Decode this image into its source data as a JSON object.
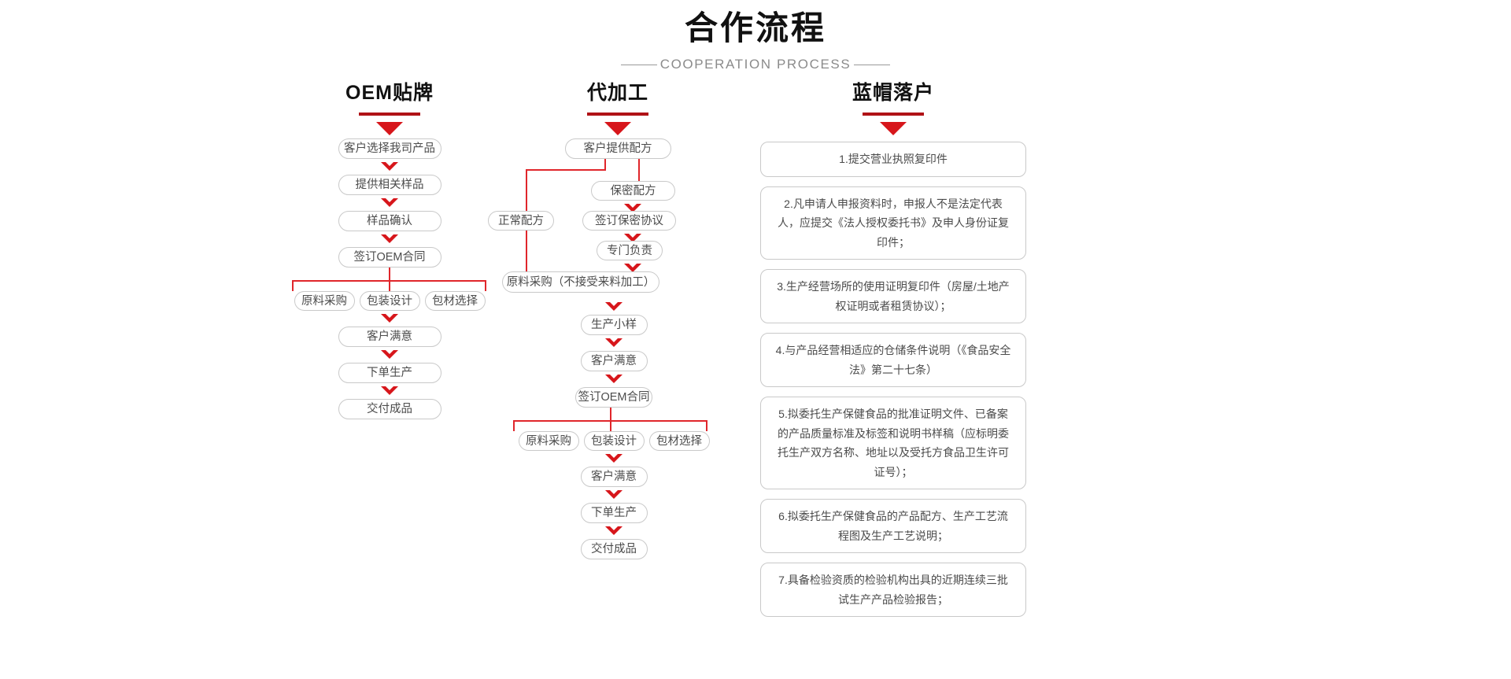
{
  "header": {
    "title": "合作流程",
    "subtitle": "COOPERATION PROCESS"
  },
  "columns": [
    {
      "key": "oem",
      "title": "OEM贴牌",
      "nodes": {
        "n1": "客户选择我司产品",
        "n2": "提供相关样品",
        "n3": "样品确认",
        "n4": "签订OEM合同",
        "b1": "原料采购",
        "b2": "包装设计",
        "b3": "包材选择",
        "n5": "客户满意",
        "n6": "下单生产",
        "n7": "交付成品"
      }
    },
    {
      "key": "oda",
      "title": "代加工",
      "nodes": {
        "n1": "客户提供配方",
        "secret1": "保密配方",
        "secret2": "签订保密协议",
        "secret3": "专门负责",
        "normal": "正常配方",
        "n2": "原料采购（不接受来料加工）",
        "n3": "生产小样",
        "n4": "客户满意",
        "n5": "签订OEM合同",
        "b1": "原料采购",
        "b2": "包装设计",
        "b3": "包材选择",
        "n6": "客户满意",
        "n7": "下单生产",
        "n8": "交付成品"
      }
    },
    {
      "key": "bluehat",
      "title": "蓝帽落户",
      "items": [
        "1.提交营业执照复印件",
        "2.凡申请人申报资料时，申报人不是法定代表人，应提交《法人授权委托书》及申人身份证复印件；",
        "3.生产经营场所的使用证明复印件（房屋/土地产权证明或者租赁协议）；",
        "4.与产品经营相适应的仓储条件说明（《食品安全法》第二十七条）",
        "5.拟委托生产保健食品的批准证明文件、已备案的产品质量标准及标签和说明书样稿（应标明委托生产双方名称、地址以及受托方食品卫生许可证号）；",
        "6.拟委托生产保健食品的产品配方、生产工艺流程图及生产工艺说明；",
        "7.具备检验资质的检验机构出具的近期连续三批试生产产品检验报告；"
      ]
    }
  ],
  "colors": {
    "accent_red": "#d7161b",
    "underline_red": "#b01216",
    "connector_red": "#e0262b",
    "node_border": "#c9c9c9",
    "text": "#4b4b4b",
    "title": "#111111",
    "subtitle": "#8b8b8b"
  }
}
